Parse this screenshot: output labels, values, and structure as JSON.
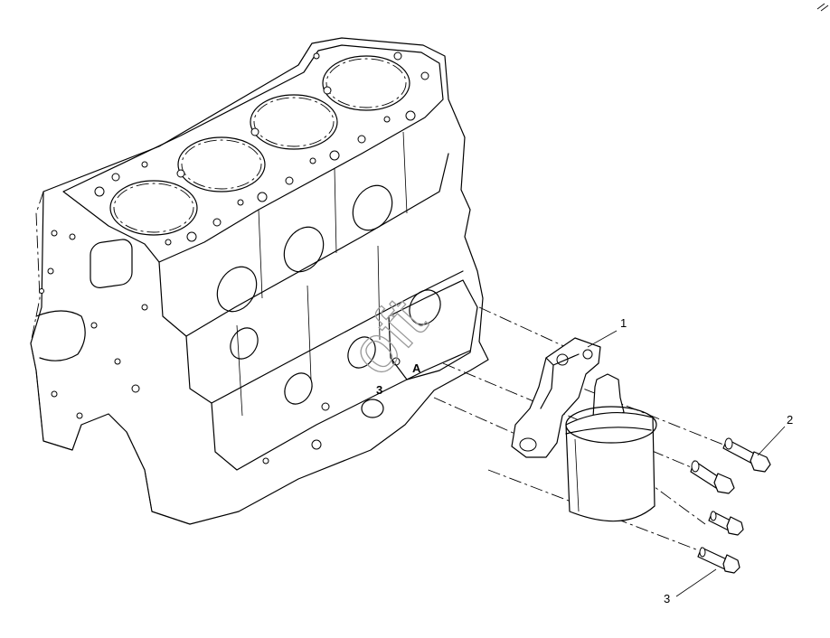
{
  "callouts": [
    {
      "id": "1",
      "text": "1"
    },
    {
      "id": "2",
      "text": "2"
    },
    {
      "id": "3",
      "text": "3"
    }
  ],
  "part_markings": {
    "mark_a": "A",
    "mark_3": "3"
  },
  "watermark": {
    "text": "oft"
  }
}
